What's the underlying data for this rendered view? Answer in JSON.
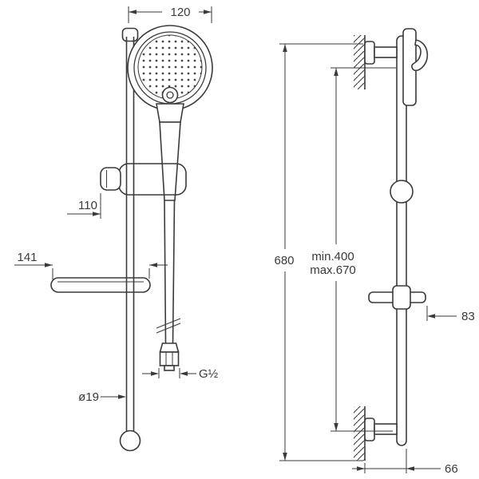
{
  "drawing": {
    "ink": "#3a3a3a",
    "front_view": {
      "dim_head_width": "120",
      "dim_holder_offset": "110",
      "dim_dish_length": "141",
      "dim_hose_thread": "G½",
      "dim_rail_diameter": "ø19"
    },
    "side_view": {
      "dim_total_height": "680",
      "dim_adjust_min": "min.400",
      "dim_adjust_max": "max.670",
      "dim_dish_depth": "83",
      "dim_wall_distance": "66"
    }
  }
}
